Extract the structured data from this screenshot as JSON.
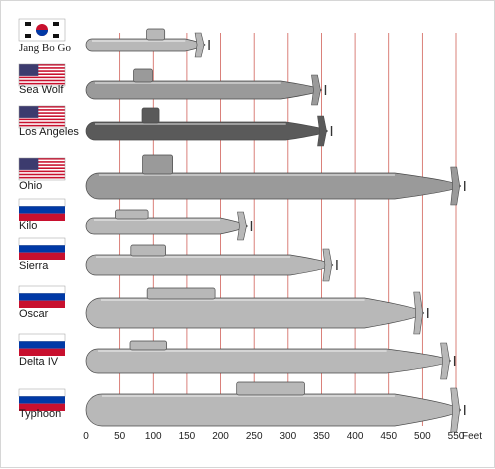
{
  "colors": {
    "gridline": "#c9463c",
    "hull_light": "#b8b8b8",
    "hull_mid": "#9a9a9a",
    "hull_dark": "#5a5a5a",
    "text": "#1a1a1a",
    "flag_red": "#c8102e",
    "flag_blue": "#0039a6",
    "flag_white": "#ffffff"
  },
  "scale": {
    "ticks": [
      "0",
      "50",
      "100",
      "150",
      "200",
      "250",
      "300",
      "350",
      "400",
      "450",
      "500",
      "550"
    ],
    "unit": "Feet",
    "min_feet": 0,
    "max_feet": 560
  },
  "submarines": [
    {
      "label": "Jang Bo Go",
      "flag": "south-korea-flag-icon",
      "length_ft": 180,
      "tone": "light",
      "tower_pos": 0.5,
      "tower_len": 0.15,
      "tower_h": 10
    },
    {
      "label": "Sea Wolf",
      "flag": "usa-flag-icon",
      "length_ft": 353,
      "tone": "mid",
      "tower_pos": 0.2,
      "tower_len": 0.08,
      "tower_h": 12
    },
    {
      "label": "Los Angeles",
      "flag": "usa-flag-icon",
      "length_ft": 362,
      "tone": "dark",
      "tower_pos": 0.23,
      "tower_len": 0.07,
      "tower_h": 14
    },
    {
      "label": "Ohio",
      "flag": "usa-flag-icon",
      "length_ft": 560,
      "tone": "mid",
      "tower_pos": 0.15,
      "tower_len": 0.08,
      "tower_h": 18
    },
    {
      "label": "Kilo",
      "flag": "russia-flag-icon",
      "length_ft": 243,
      "tone": "light",
      "tower_pos": 0.18,
      "tower_len": 0.2,
      "tower_h": 8
    },
    {
      "label": "Sierra",
      "flag": "russia-flag-icon",
      "length_ft": 370,
      "tone": "light",
      "tower_pos": 0.18,
      "tower_len": 0.14,
      "tower_h": 10
    },
    {
      "label": "Oscar",
      "flag": "russia-flag-icon",
      "length_ft": 505,
      "tone": "light",
      "tower_pos": 0.18,
      "tower_len": 0.2,
      "tower_h": 10
    },
    {
      "label": "Delta IV",
      "flag": "russia-flag-icon",
      "length_ft": 545,
      "tone": "light",
      "tower_pos": 0.12,
      "tower_len": 0.1,
      "tower_h": 8
    },
    {
      "label": "Typhoon",
      "flag": "russia-flag-icon",
      "length_ft": 560,
      "tone": "light",
      "tower_pos": 0.4,
      "tower_len": 0.18,
      "tower_h": 12
    }
  ]
}
